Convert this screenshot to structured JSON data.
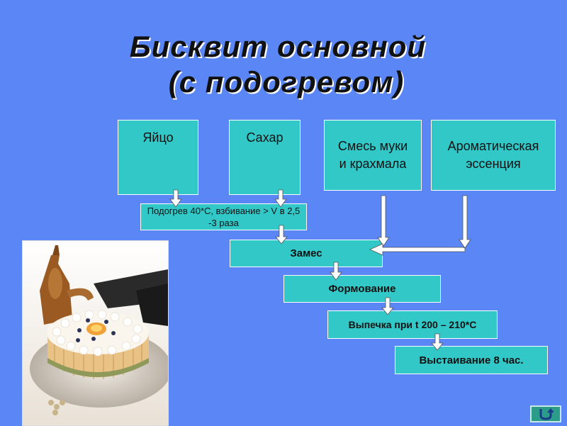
{
  "title": {
    "line1": "Бисквит основной",
    "line2": "(с подогревом)"
  },
  "ingredients": [
    {
      "label": "Яйцо"
    },
    {
      "label": "Сахар"
    },
    {
      "label": "Смесь муки и крахмала"
    },
    {
      "label": "Ароматическая эссенция"
    }
  ],
  "steps": {
    "heating": "Подогрев 40*С, взбивание > V в 2,5 -3 раза",
    "mixing": "Замес",
    "forming": "Формование",
    "baking": "Выпечка при t 200 – 210*С",
    "resting": "Выстаивание 8 час."
  },
  "colors": {
    "background": "#5b86f5",
    "box_fill": "#33c8c8",
    "box_border": "#ffffff"
  },
  "icons": {
    "nav_button": "return-arrow-icon"
  }
}
